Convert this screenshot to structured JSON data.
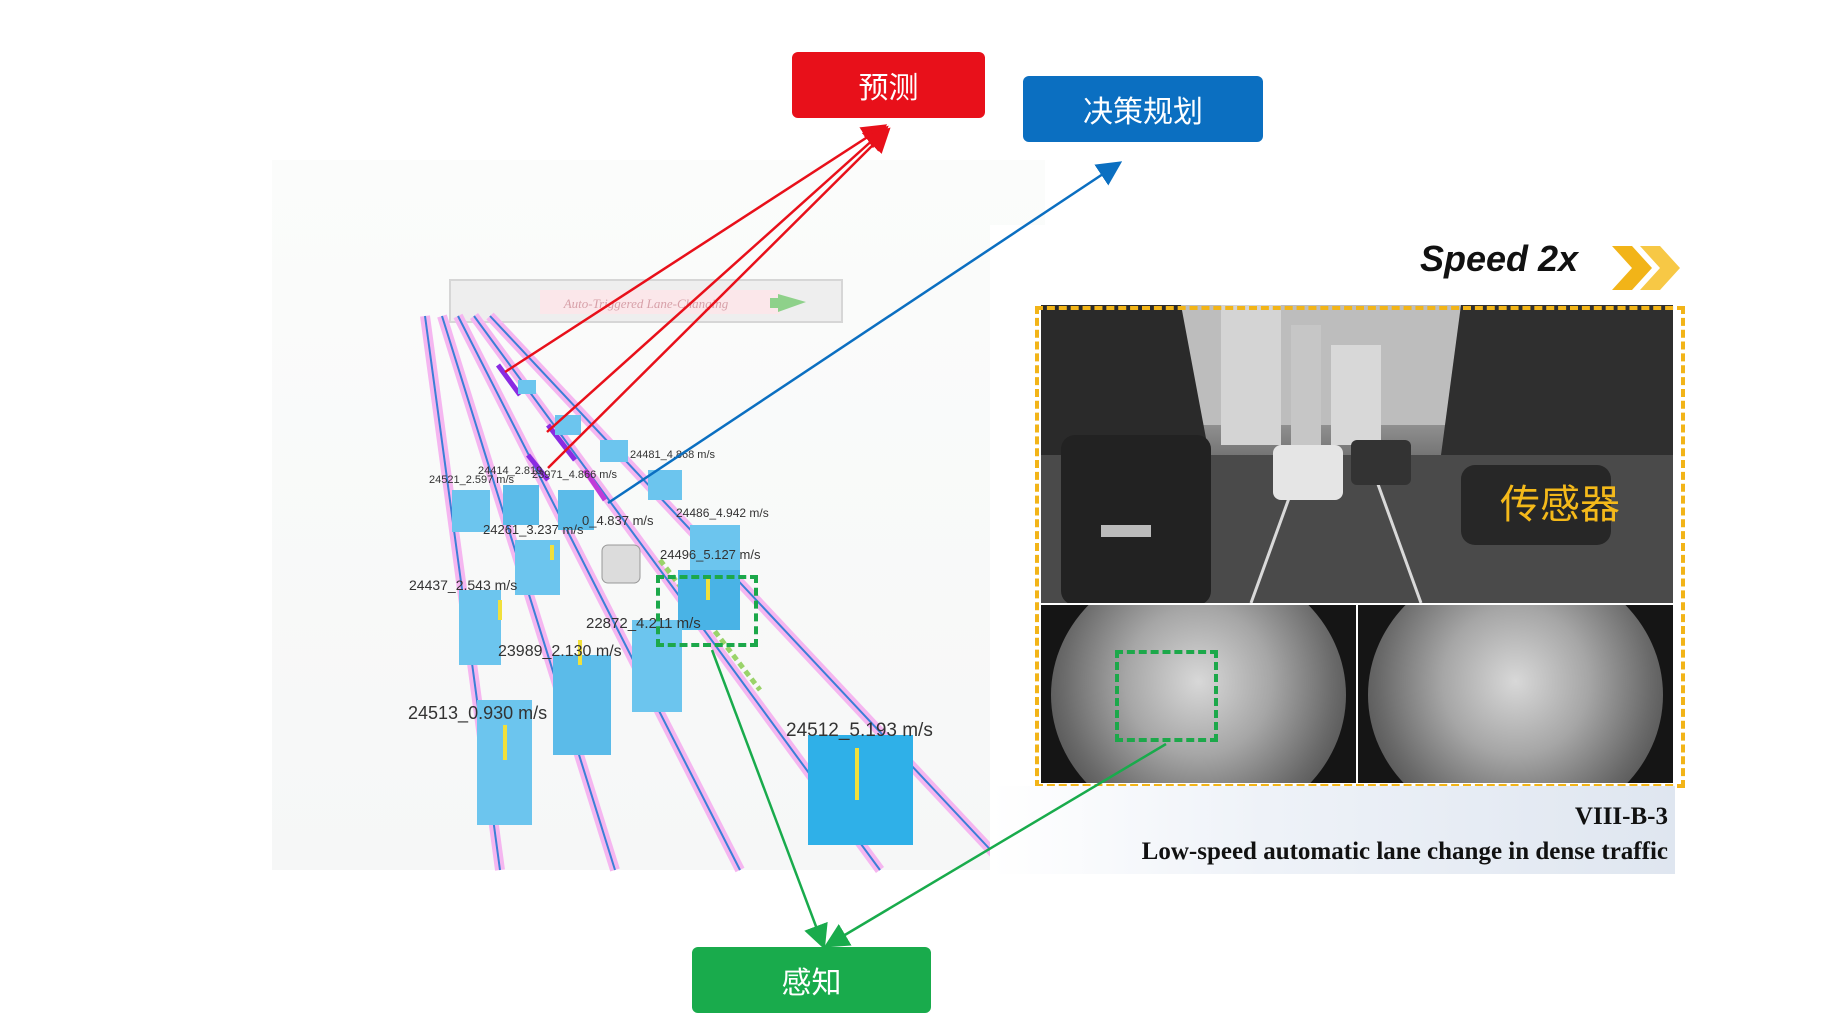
{
  "labels": {
    "prediction": "预测",
    "planning": "决策规划",
    "perception": "感知",
    "sensor": "传感器"
  },
  "colors": {
    "prediction": "#e8101a",
    "planning": "#0b6fc1",
    "perception": "#19ab4c",
    "sensor": "#f4b91a",
    "frame": "#f2b418"
  },
  "video": {
    "speed": "Speed 2x",
    "caption_code": "VIII-B-3",
    "caption_title": "Low-speed automatic lane change in dense traffic"
  },
  "sim": {
    "banner": "Auto-Triggered Lane-Changing",
    "vehicles": [
      {
        "label": "24521_2.597  m/s"
      },
      {
        "label": "24414_2.819"
      },
      {
        "label": "23971_4.866  m/s"
      },
      {
        "label": "24481_4.868  m/s"
      },
      {
        "label": "24486_4.942  m/s"
      },
      {
        "label": "24261_3.237  m/s"
      },
      {
        "label": "0_4.837  m/s"
      },
      {
        "label": "24496_5.127  m/s"
      },
      {
        "label": "24437_2.543  m/s"
      },
      {
        "label": "22872_4.211  m/s"
      },
      {
        "label": "23989_2.130  m/s"
      },
      {
        "label": "24513_0.930  m/s"
      },
      {
        "label": "24512_5.193  m/s"
      }
    ]
  }
}
